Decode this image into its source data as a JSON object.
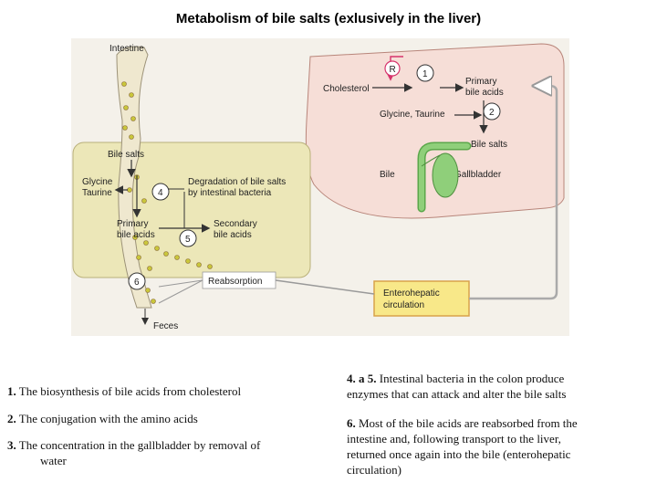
{
  "title": "Metabolism of bile salts (exlusively in the liver)",
  "diagram": {
    "intestine": "Intestine",
    "cholesterol": "Cholesterol",
    "primary_bile_acids_liver_1": "Primary",
    "primary_bile_acids_liver_2": "bile acids",
    "glycine_taurine_liver": "Glycine, Taurine",
    "bile_salts_liver": "Bile salts",
    "bile": "Bile",
    "gallbladder": "Gallbladder",
    "bile_salts_gut": "Bile salts",
    "glycine": "Glycine",
    "taurine": "Taurine",
    "degradation_1": "Degradation of bile salts",
    "degradation_2": "by intestinal bacteria",
    "primary_gut_1": "Primary",
    "primary_gut_2": "bile acids",
    "secondary_1": "Secondary",
    "secondary_2": "bile acids",
    "reabsorption": "Reabsorption",
    "enterohepatic_1": "Enterohepatic",
    "enterohepatic_2": "circulation",
    "feces": "Feces",
    "marker_r": "R",
    "step_1": "1",
    "step_2": "2",
    "step_4": "4",
    "step_5": "5",
    "step_6": "6"
  },
  "notes": {
    "n1_num": "1.",
    "n1_text": " The biosynthesis of bile acids from cholesterol",
    "n2_num": "2.",
    "n2_text": " The conjugation with the amino acids",
    "n3_num": "3.",
    "n3_text_a": " The concentration in the gallbladder by removal of",
    "n3_text_b": "water",
    "n4_num": "4. a 5.",
    "n4_text_a": " Intestinal bacteria in the colon produce",
    "n4_text_b": "enzymes that can attack and alter the bile salts",
    "n6_num": "6.",
    "n6_text_a": " Most of the bile acids are reabsorbed from the",
    "n6_text_b": "intestine and, following transport to the liver,",
    "n6_text_c": "returned once again into the bile (enterohepatic",
    "n6_text_d": "circulation)"
  },
  "colors": {
    "liver": "#f6ded7",
    "gut_box": "#ece7b8",
    "intestine_tube": "#efe8cf",
    "gallbladder": "#8fcf7a",
    "enterohepatic_box": "#f8e889",
    "enterohepatic_border": "#d8a34a",
    "regulation": "#d6336c",
    "dots": "#c9c63b"
  }
}
